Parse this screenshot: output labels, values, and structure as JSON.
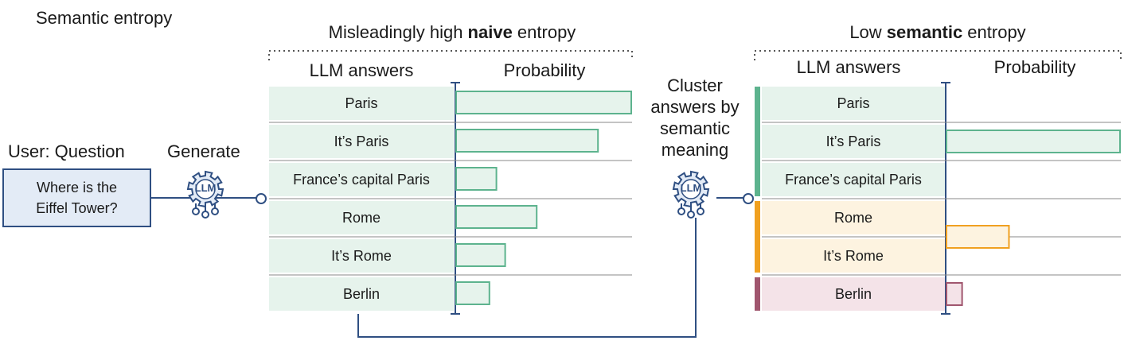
{
  "title": "Semantic entropy",
  "user": {
    "heading": "User: Question",
    "question_line1": "Where is the",
    "question_line2": "Eiffel Tower?"
  },
  "generate": {
    "label": "Generate",
    "icon_text": "LLM"
  },
  "left_panel": {
    "title_prefix": "Misleadingly high ",
    "title_bold": "naive",
    "title_suffix": " entropy",
    "col_answers": "LLM answers",
    "col_probability": "Probability",
    "answers": [
      "Paris",
      "It’s Paris",
      "France’s capital Paris",
      "Rome",
      "It’s Rome",
      "Berlin"
    ],
    "probabilities": [
      1.0,
      0.81,
      0.23,
      0.46,
      0.28,
      0.19
    ]
  },
  "cluster": {
    "line1": "Cluster",
    "line2": "answers by",
    "line3": "semantic",
    "line4": "meaning",
    "icon_text": "LLM"
  },
  "right_panel": {
    "title_prefix": "Low ",
    "title_bold": "semantic",
    "title_suffix": " entropy",
    "col_answers": "LLM answers",
    "col_probability": "Probability",
    "answers": [
      "Paris",
      "It’s Paris",
      "France’s capital Paris",
      "Rome",
      "It’s Rome",
      "Berlin"
    ],
    "clusters": [
      {
        "members": [
          0,
          1,
          2
        ],
        "probability": 1.0,
        "color": "#5db38e",
        "fill": "#e6f3ec"
      },
      {
        "members": [
          3,
          4
        ],
        "probability": 0.36,
        "color": "#f0a020",
        "fill": "#fdf3e0"
      },
      {
        "members": [
          5
        ],
        "probability": 0.09,
        "color": "#a0566e",
        "fill": "#f4e3e8"
      }
    ]
  },
  "colors": {
    "accent_blue": "#2f4f82",
    "answer_green_fill": "#e6f3ec",
    "bar_green": "#5db38e"
  }
}
